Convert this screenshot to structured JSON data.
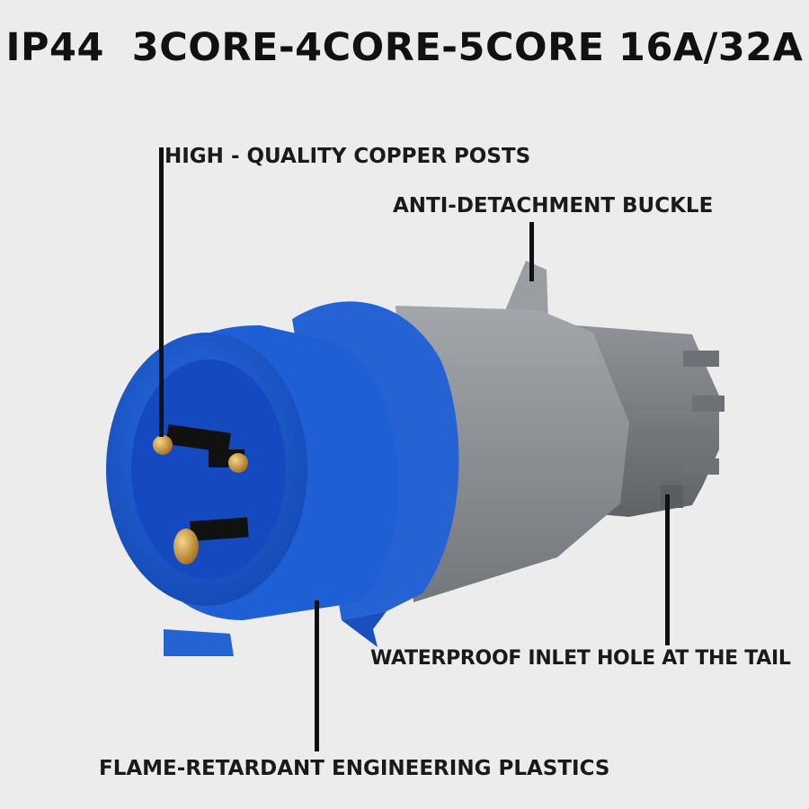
{
  "title": "IP44  3CORE-4CORE-5CORE 16A/32A",
  "labels": {
    "copper_posts": "HIGH - QUALITY COPPER POSTS",
    "buckle": "ANTI-DETACHMENT BUCKLE",
    "inlet": "WATERPROOF INLET HOLE AT THE TAIL",
    "plastics": "FLAME-RETARDANT ENGINEERING PLASTICS"
  },
  "colors": {
    "background": "#ececec",
    "plug_blue": "#1f5fd6",
    "plug_blue_dark": "#0f3aa0",
    "body_gray": "#8e9196",
    "copper": "#c9973a",
    "text": "#111111"
  }
}
